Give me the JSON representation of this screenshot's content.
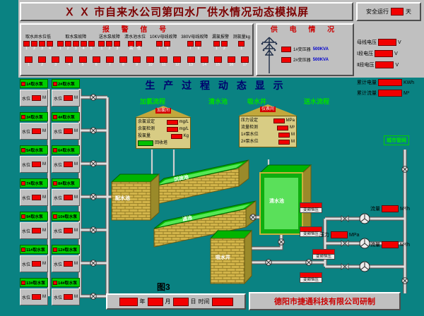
{
  "colors": {
    "teal_background": "#0a8282",
    "panel_gray": "#c0c0c0",
    "alarm_red": "#f20000",
    "device_green": "#00cc00",
    "title_maroon": "#7c0000"
  },
  "header": {
    "title": "Ｘ Ｘ 市自来水公司第四水厂供水情况动态模拟屏",
    "safe_run_label": "安全运行",
    "safe_run_unit": "天"
  },
  "alarm": {
    "title": "报 警 信 号",
    "groups": [
      {
        "label": "取水井水位低",
        "indicators": [
          "1",
          "2",
          "3",
          "4"
        ]
      },
      {
        "label": "取水泵故障",
        "indicators": [
          "1",
          "2",
          "3",
          "4",
          "5"
        ]
      },
      {
        "label": "送水泵故障",
        "indicators": [
          "1",
          "2",
          "3"
        ]
      },
      {
        "label": "清水池水位",
        "indicators": [
          "高",
          "低"
        ]
      },
      {
        "label": "10KV母线故障",
        "indicators": [
          "Ⅰ",
          "Ⅱ"
        ]
      },
      {
        "label": "380V母线故障",
        "indicators": [
          "Ⅰ",
          "Ⅱ"
        ]
      },
      {
        "label": "漏氯报警",
        "indicators": [
          "1",
          "2"
        ]
      },
      {
        "label": "测氯量kg",
        "indicators": [
          "1"
        ]
      }
    ],
    "bottom_row": [
      "1",
      "2",
      "3",
      "4",
      "5",
      "6",
      "7",
      "8",
      "9",
      "10",
      "11",
      "12",
      "13",
      "14",
      "15",
      "16",
      "17"
    ]
  },
  "power": {
    "title": "供 电 情 况",
    "transformers": [
      {
        "name": "1#变压器",
        "capacity": "500KVA"
      },
      {
        "name": "2#变压器",
        "capacity": "500KVA"
      }
    ],
    "meters": [
      {
        "label": "母线电压",
        "unit": "V"
      },
      {
        "label": "Ⅰ段电压",
        "unit": "V"
      },
      {
        "label": "Ⅱ段电压",
        "unit": "V"
      }
    ]
  },
  "totals": [
    {
      "label": "累计电量",
      "unit": "KWh"
    },
    {
      "label": "累计流量",
      "unit": "M³"
    }
  ],
  "process": {
    "title": "生 产 过 程 动 态 显 示",
    "flow_labels": [
      "加氯流程",
      "清水池",
      "吸水井",
      "送水流程"
    ]
  },
  "chlorine_house": {
    "name": "加氯间",
    "rows": [
      {
        "label": "余氯设定",
        "unit": "mg/L"
      },
      {
        "label": "余氯检测",
        "unit": "mg/L"
      },
      {
        "label": "投氯量",
        "unit": "Kg"
      }
    ],
    "extra_label": "回收塔"
  },
  "meter_house": {
    "name": "仪表间",
    "rows": [
      {
        "label": "压力设定",
        "unit": "MPa"
      },
      {
        "label": "流量检测",
        "unit": "M³"
      },
      {
        "label": "1#泵水位",
        "unit": "M"
      },
      {
        "label": "2#泵水位",
        "unit": "M"
      }
    ]
  },
  "pumps": {
    "level_label": "水位",
    "level_unit": "M",
    "units": [
      "1#取水泵",
      "2#取水泵",
      "3#取水泵",
      "4#取水泵",
      "5#取水泵",
      "6#取水泵",
      "7#取水泵",
      "8#取水泵",
      "9#取水泵",
      "10#取水泵",
      "11#取水泵",
      "12#取水泵",
      "13#取水泵",
      "14#取水泵"
    ]
  },
  "tanks": {
    "distribution": "配水池",
    "sedimentation": "沉淀池",
    "filter": "滤池",
    "clear_water": "清水池",
    "suction_well": "吸水井"
  },
  "network": {
    "city_label": "城市管网",
    "vfd_label": "变频恒压",
    "meters": [
      {
        "label": "流量",
        "unit": "M³/h"
      },
      {
        "label": "压力",
        "unit": "MPa"
      },
      {
        "label": "流量",
        "unit": "M³/h"
      }
    ]
  },
  "footer": {
    "figure_label": "图3",
    "date": {
      "year_unit": "年",
      "month_unit": "月",
      "day_unit": "日",
      "time_label": "时间"
    },
    "company": "德阳市捷通科技有限公司研制"
  }
}
